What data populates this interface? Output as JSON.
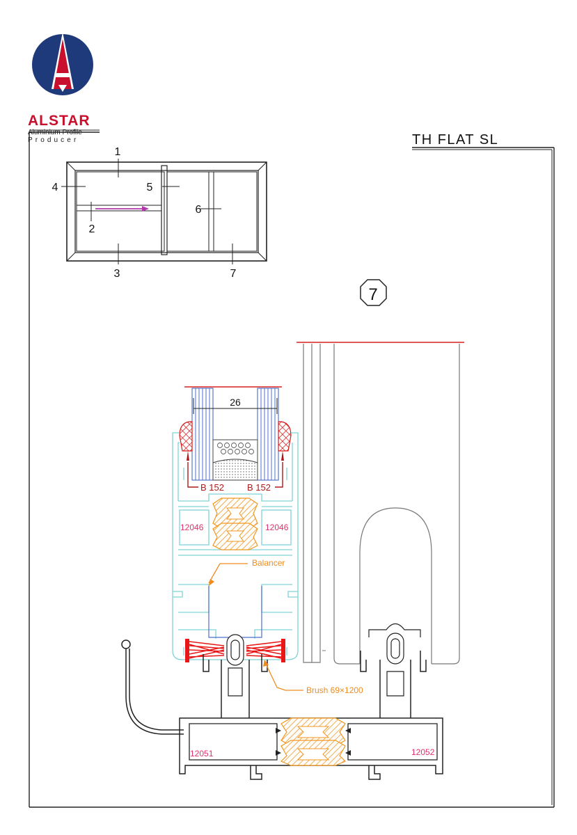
{
  "brand": {
    "name": "ALSTAR",
    "line1": "Aluminium Profile",
    "line2": "Producer",
    "colors": {
      "red": "#c8102e",
      "navy": "#1f3a7a"
    }
  },
  "title": "TH FLAT SL",
  "detail_number": "7",
  "elevation": {
    "labels": [
      "1",
      "2",
      "3",
      "4",
      "5",
      "6",
      "7"
    ],
    "arrow_color": "#b03aa8"
  },
  "section": {
    "dimension": "26",
    "gasket_left": "B 152",
    "gasket_right": "B 152",
    "profile_left": "12046",
    "profile_right": "12046",
    "balancer": "Balancer",
    "brush": "Brush 69×1200",
    "rail_left": "12051",
    "rail_right": "12052",
    "colors": {
      "sash": "#7fd3d8",
      "thermal_break": "#f0961e",
      "glass": "#4a6fd0",
      "brush": "#e81818",
      "annotation": "#f08c1e",
      "code": "#e0306a",
      "gasket_label": "#b01818"
    }
  }
}
